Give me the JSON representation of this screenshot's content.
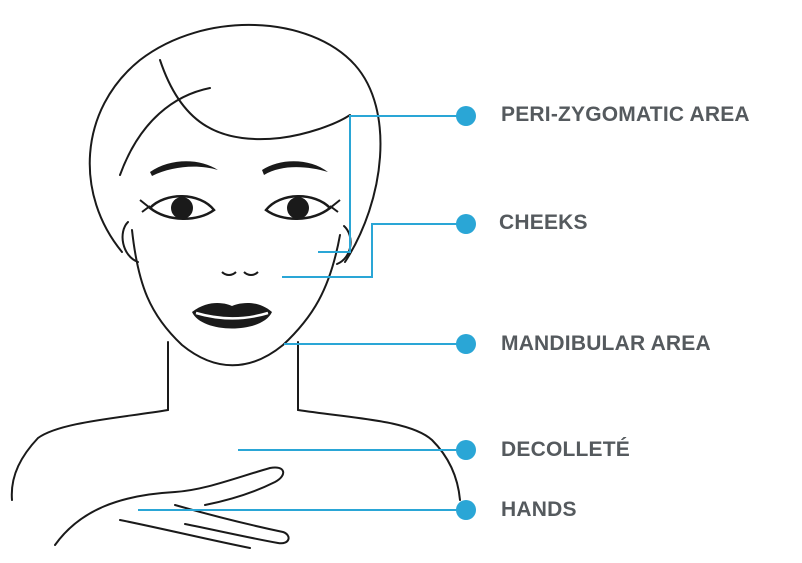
{
  "accent_color": "#2aa6d6",
  "line_color": "#1a1a1a",
  "label_color": "#555a5e",
  "labels": [
    {
      "text": "PERI-ZYGOMATIC AREA"
    },
    {
      "text": "CHEEKS"
    },
    {
      "text": "MANDIBULAR AREA"
    },
    {
      "text": "DECOLLETÉ"
    },
    {
      "text": "HANDS"
    }
  ]
}
